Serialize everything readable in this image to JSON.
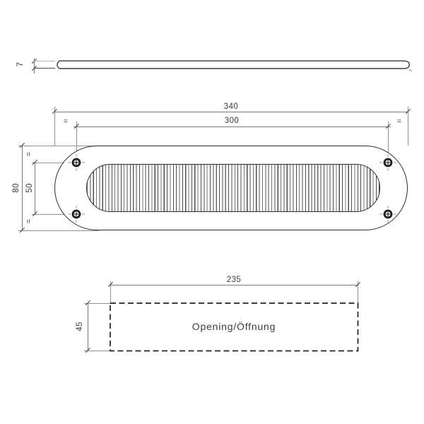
{
  "drawing": {
    "colors": {
      "background": "#ffffff",
      "object_line": "#2c2c2c",
      "dimension_line": "#7a7a7a",
      "text": "#3d3d3d"
    },
    "side_view": {
      "thickness_label": "7"
    },
    "front_view": {
      "total_width_label": "340",
      "hole_spacing_horizontal_label": "300",
      "total_height_label": "80",
      "hole_spacing_vertical_label": "50",
      "equal_mark": "="
    },
    "opening_view": {
      "width_label": "235",
      "height_label": "45",
      "opening_label": "Opening/Öffnung"
    }
  }
}
